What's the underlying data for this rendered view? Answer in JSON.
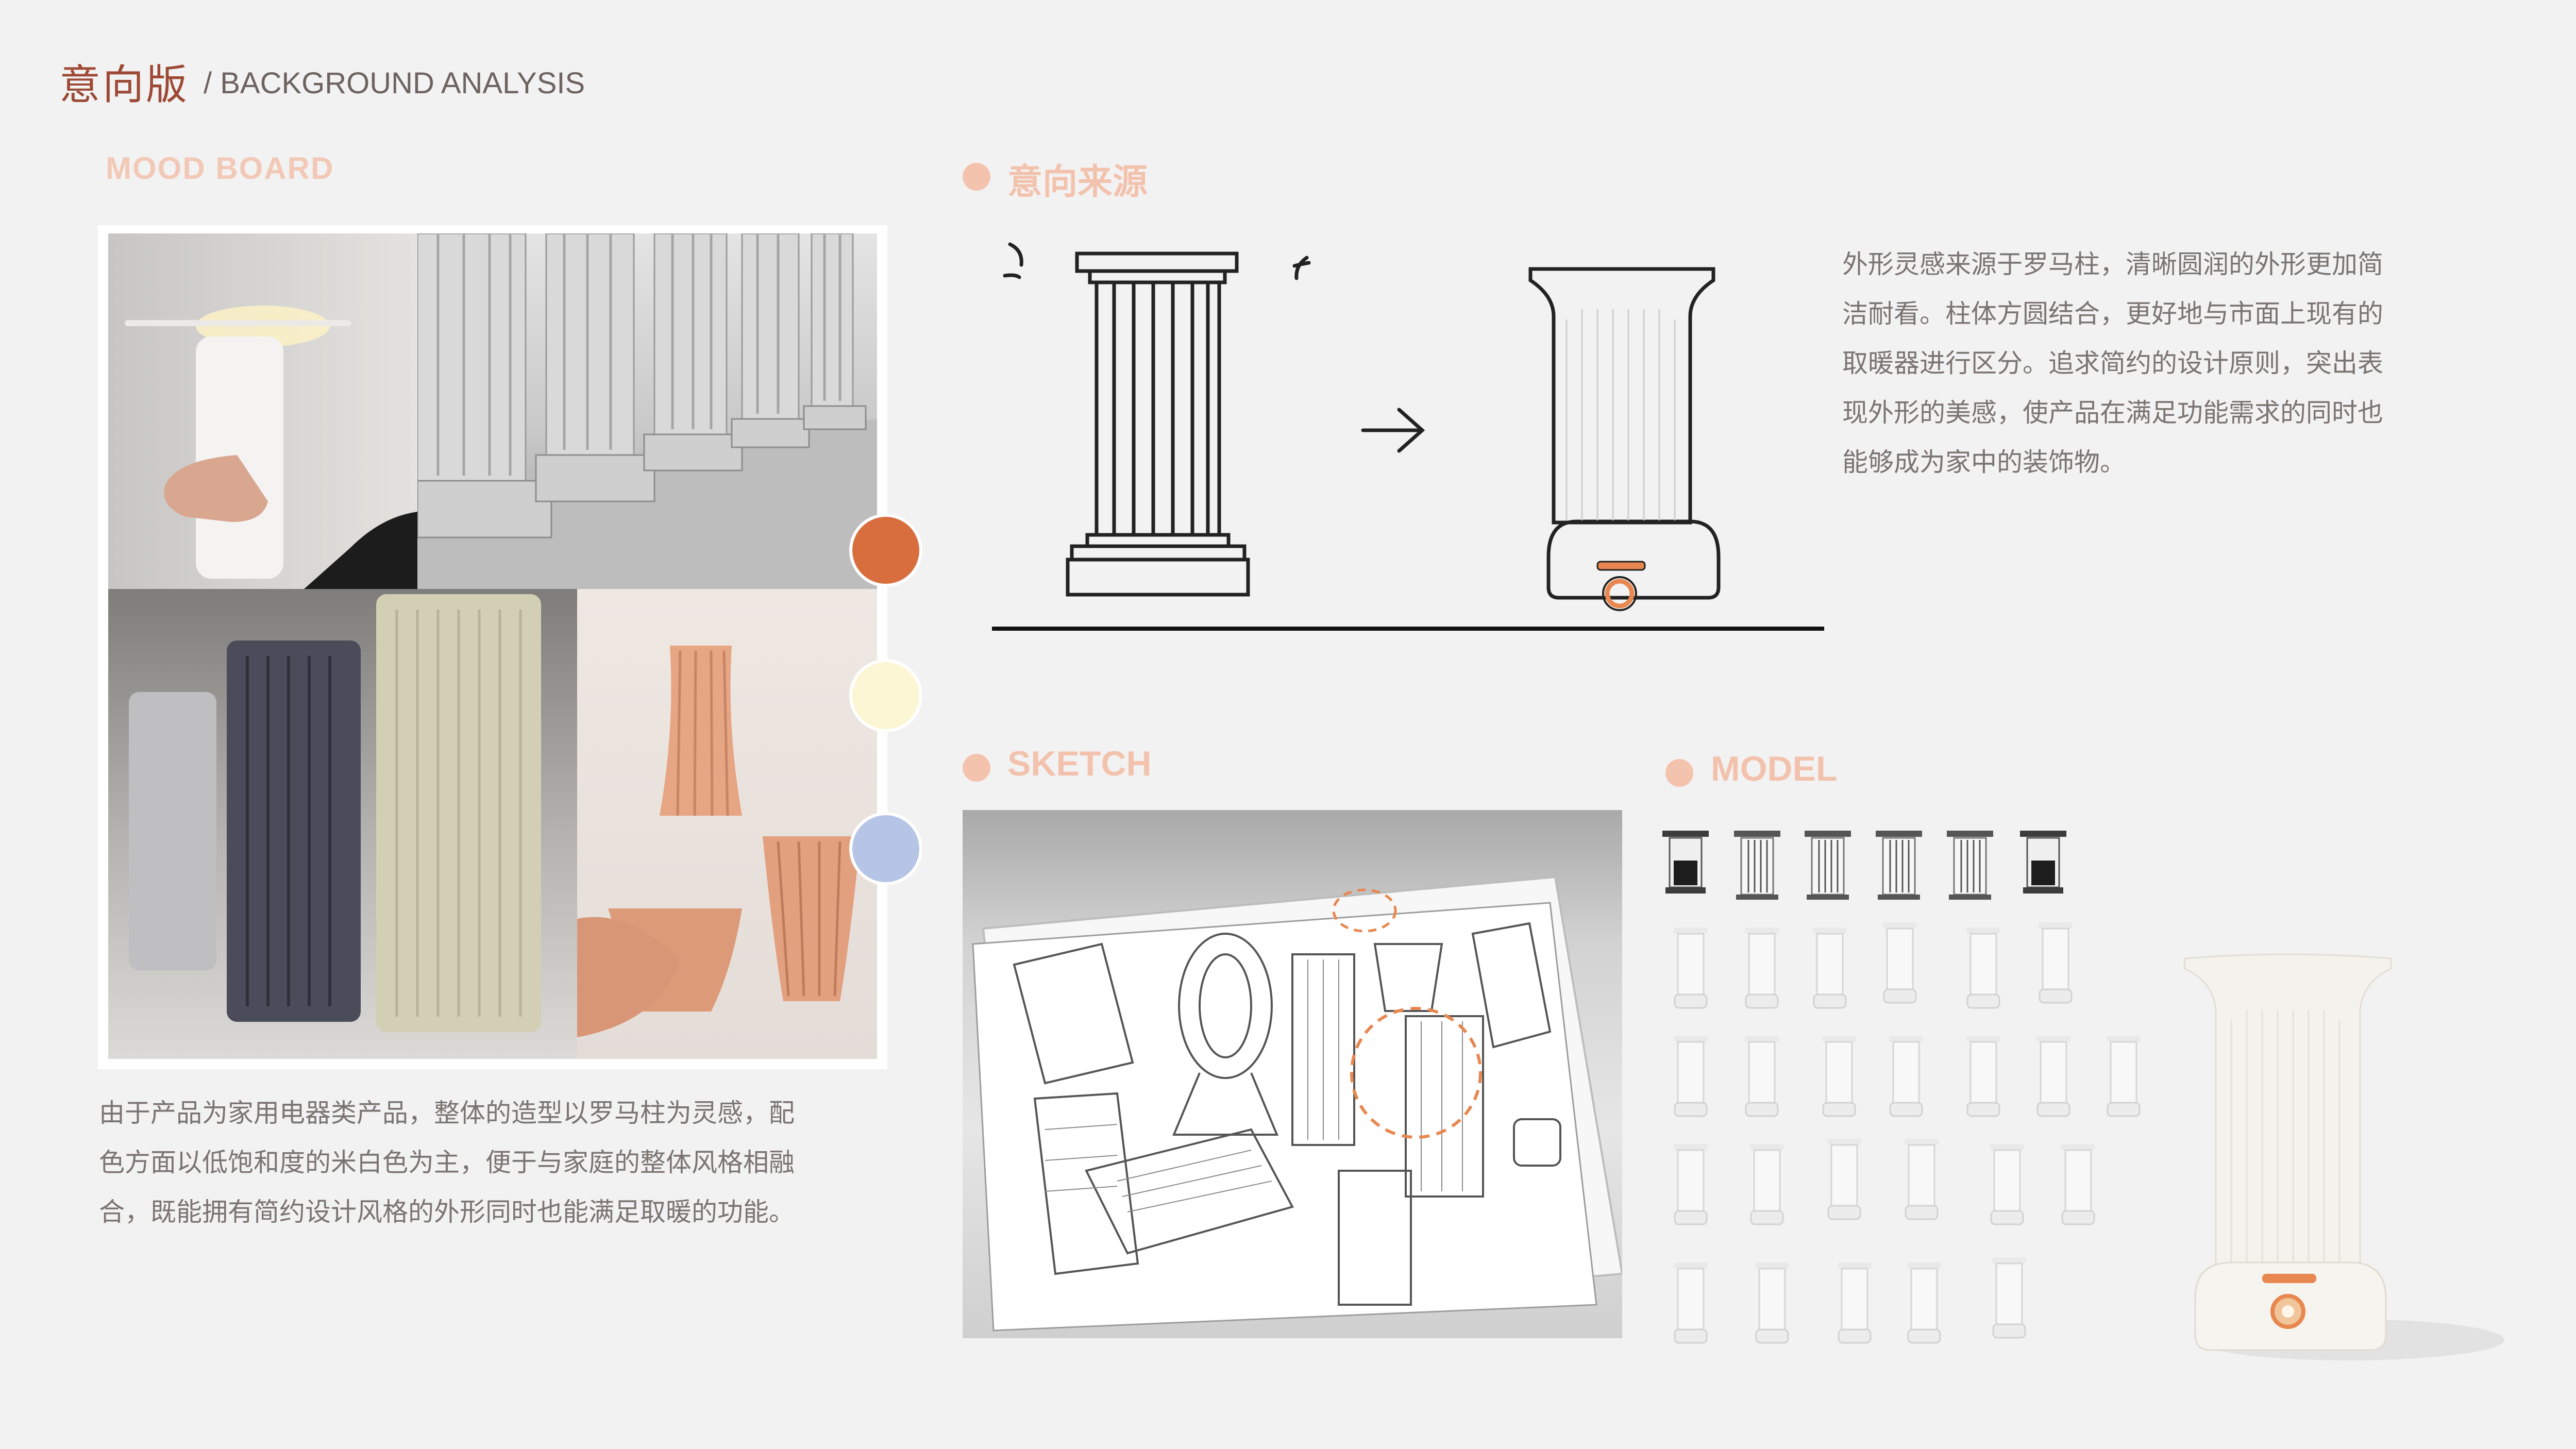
{
  "header": {
    "title": "意向版",
    "subtitle": "/ BACKGROUND ANALYSIS"
  },
  "mood_board": {
    "label": "MOOD BOARD",
    "palette": [
      {
        "name": "terracotta-orange",
        "color": "#d86e3d"
      },
      {
        "name": "cream",
        "color": "#fdf6d4"
      },
      {
        "name": "periwinkle-blue",
        "color": "#b6c5e6"
      }
    ],
    "description_lines": [
      "由于产品为家用电器类产品，整体的造型以罗马柱为灵感，配",
      "色方面以低饱和度的米白色为主，便于与家庭的整体风格相融",
      "合，既能拥有简约设计风格的外形同时也能满足取暖的功能。"
    ]
  },
  "inspiration": {
    "label": "意向来源",
    "description_lines": [
      "外形灵感来源于罗马柱，清晰圆润的外形更加简",
      "洁耐看。柱体方圆结合，更好地与市面上现有的",
      "取暖器进行区分。追求简约的设计原则，突出表",
      "现外形的美感，使产品在满足功能需求的同时也",
      "能够成为家中的装饰物。"
    ]
  },
  "sketch": {
    "label": "SKETCH"
  },
  "model": {
    "label": "MODEL",
    "rows": [
      6,
      6,
      7,
      6,
      5
    ]
  },
  "colors": {
    "accent": "#f4c3ae",
    "title": "#9c4a36",
    "text": "#7a7472",
    "product_orange": "#e8874f"
  }
}
